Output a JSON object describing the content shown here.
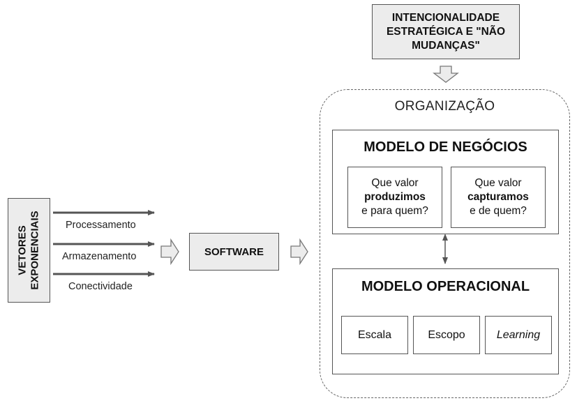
{
  "vetores": {
    "line1": "VETORES",
    "line2": "EXPONENCIAIS"
  },
  "flows": [
    {
      "label": "Processamento"
    },
    {
      "label": "Armazenamento"
    },
    {
      "label": "Conectividade"
    }
  ],
  "software": {
    "label": "SOFTWARE"
  },
  "intencionalidade": {
    "line1": "INTENCIONALIDADE",
    "line2": "ESTRATÉGICA E \"NÃO",
    "line3": "MUDANÇAS\""
  },
  "organizacao": {
    "title": "ORGANIZAÇÃO",
    "modelo_negocios": {
      "title": "MODELO DE NEGÓCIOS",
      "left": {
        "line1": "Que valor",
        "bold": "produzimos",
        "line3": "e para quem?"
      },
      "right": {
        "line1": "Que valor",
        "bold": "capturamos",
        "line3": "e de quem?"
      }
    },
    "modelo_operacional": {
      "title": "MODELO OPERACIONAL",
      "items": [
        "Escala",
        "Escopo",
        "Learning"
      ]
    }
  },
  "colors": {
    "box_fill": "#ececec",
    "stroke": "#555555",
    "arrow": "#555555"
  }
}
